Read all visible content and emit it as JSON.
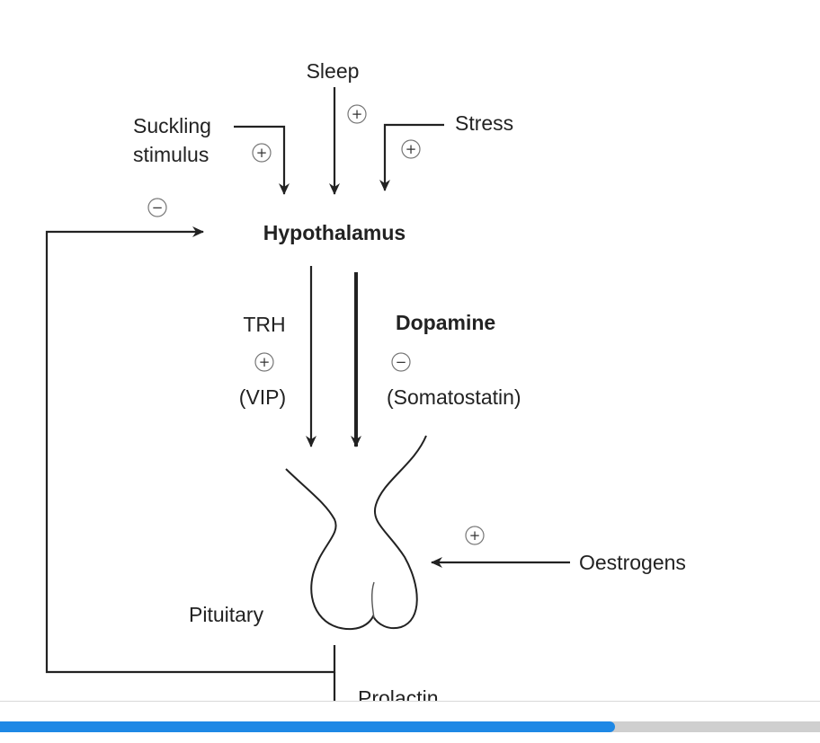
{
  "diagram": {
    "labels": {
      "sleep": "Sleep",
      "suckling_line1": "Suckling",
      "suckling_line2": "stimulus",
      "stress": "Stress",
      "hypothalamus": "Hypothalamus",
      "trh": "TRH",
      "vip": "(VIP)",
      "dopamine": "Dopamine",
      "somatostatin": "(Somatostatin)",
      "oestrogens": "Oestrogens",
      "pituitary": "Pituitary",
      "prolactin": "Prolactin"
    },
    "signs": {
      "plus": "+",
      "minus": "−"
    }
  },
  "viewer": {
    "progress_fraction": 0.75,
    "colors": {
      "progress_fill": "#1e88e5",
      "progress_track": "#cfcfcf"
    }
  }
}
